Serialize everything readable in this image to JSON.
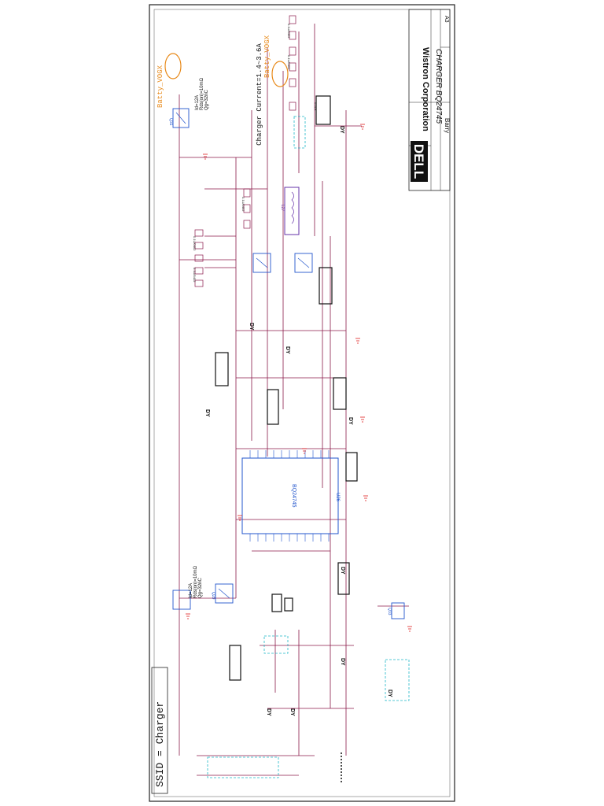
{
  "title_block": {
    "company": "Wistron Corporation",
    "title": "CHARGER BQ24745",
    "project": "Barry",
    "size": "A3",
    "logo": "DELL"
  },
  "sheet_label": "SSID = Charger",
  "annotations": {
    "charger_current": "Charger Current=1.4~3.6A",
    "battery_top": "Batty_VOGX",
    "battery_top2": "Batty_VOGX",
    "spec_top": [
      "Id=12A",
      "Rds(on)=10mΩ",
      "Qg=32nC"
    ],
    "spec_mid": [
      "Id=12A",
      "Rds(on)=10mΩ",
      "Qg=32nC"
    ],
    "cap_value": "0.1U/0402",
    "sense_res": "0.01R"
  },
  "parts": {
    "ic_main": "BQ24745",
    "ic_ref": "U26",
    "mosfet_top": "Q31",
    "mosfet_mid": "Q29",
    "mosfet_bottom": "Q33",
    "inductor": "L27",
    "dy_label": "DY"
  },
  "colors": {
    "wire": "#8b1a4a",
    "border": "#1a1a1a",
    "accent_red": "#d11",
    "accent_blue": "#2255cc",
    "accent_cyan": "#1fb8c8",
    "accent_orange": "#e88a1a",
    "accent_purple": "#6633aa"
  }
}
